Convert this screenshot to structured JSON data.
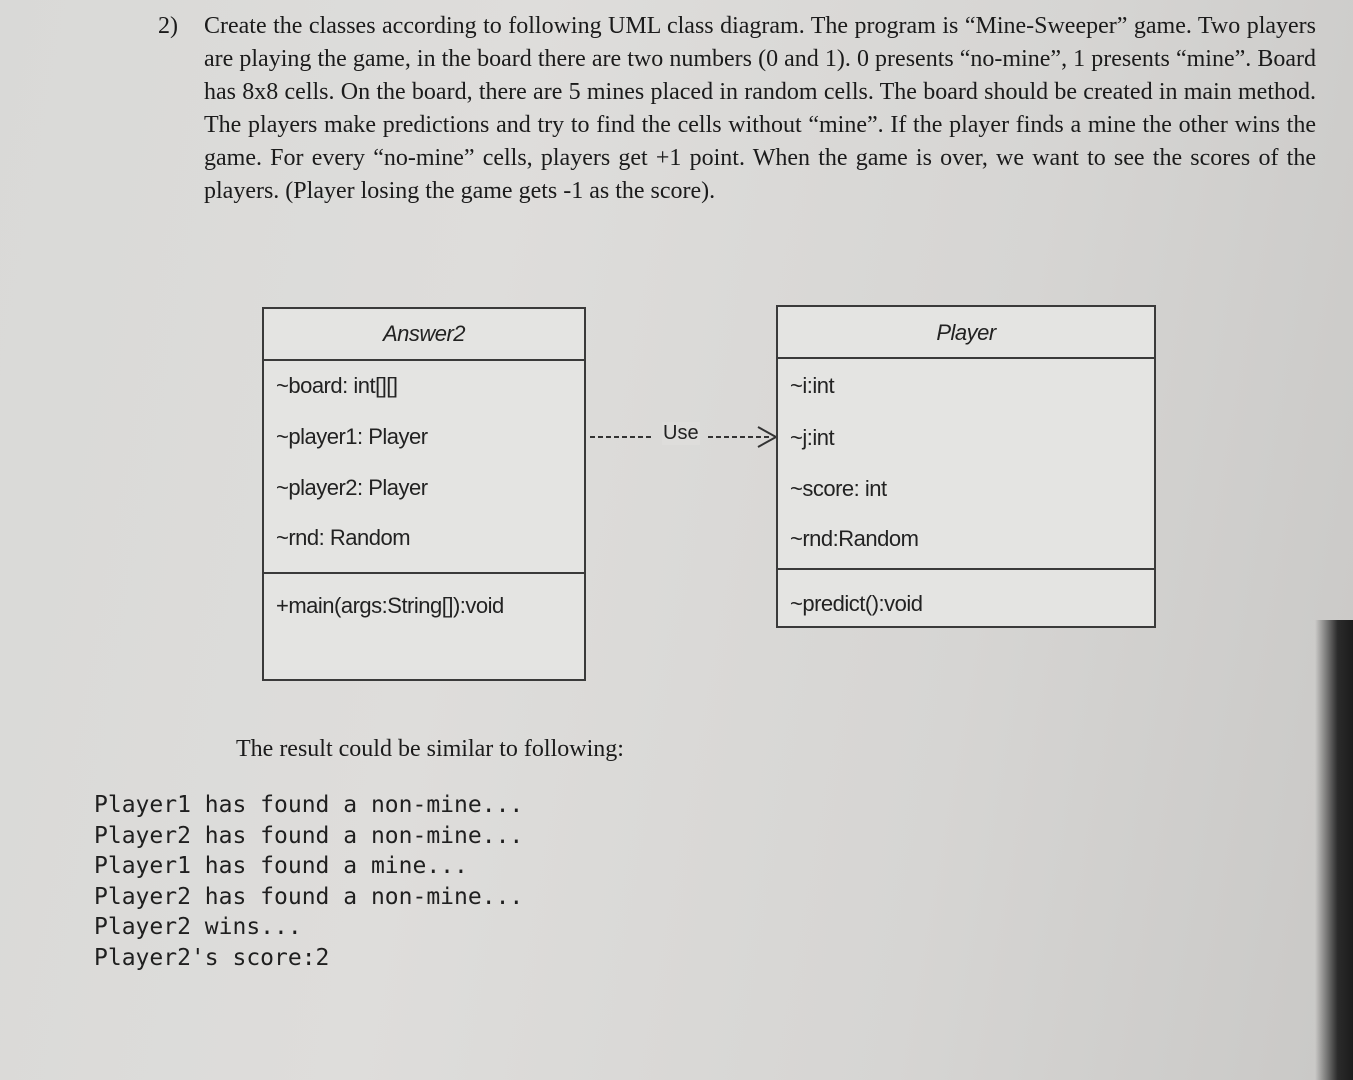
{
  "question": {
    "number": "2)",
    "text": "Create the classes according to following UML class diagram. The program is “Mine-Sweeper” game. Two players are playing the game, in the board there are two numbers (0 and 1). 0 presents “no-mine”, 1 presents “mine”. Board has 8x8 cells. On the board, there are 5 mines placed in random cells. The board should be created in main method. The players make predictions and try to find the cells without “mine”. If the player finds a mine the other wins the game. For every “no-mine” cells, players get +1 point. When the game is over, we want to see the scores of the players. (Player losing the game gets -1 as the score)."
  },
  "uml": {
    "answer2": {
      "name": "Answer2",
      "attributes": [
        "~board: int[][]",
        "~player1: Player",
        "~player2: Player",
        "~rnd: Random"
      ],
      "methods": [
        "+main(args:String[]):void"
      ]
    },
    "player": {
      "name": "Player",
      "attributes": [
        "~i:int",
        "~j:int",
        "~score: int",
        "~rnd:Random"
      ],
      "methods": [
        "~predict():void"
      ]
    },
    "relation_label": "Use"
  },
  "result": {
    "caption": "The result could be similar to following:",
    "lines": [
      "Player1 has found a non-mine...",
      "Player2 has found a non-mine...",
      "Player1 has found a mine...",
      "Player2 has found a non-mine...",
      "Player2 wins...",
      "Player2's score:2"
    ]
  }
}
